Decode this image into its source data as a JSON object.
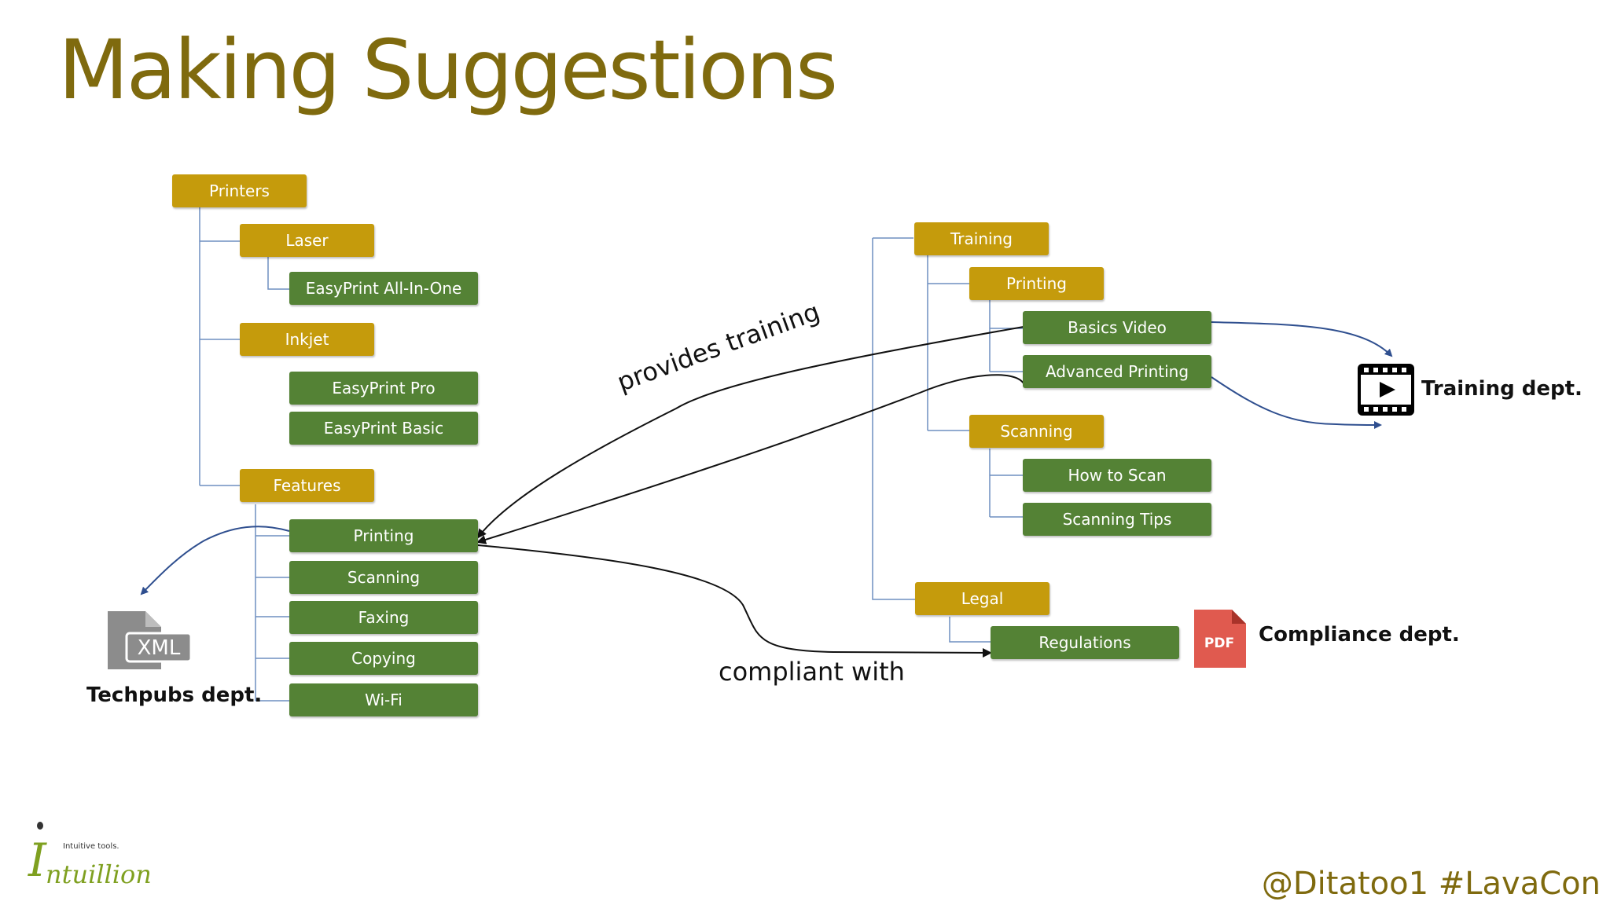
{
  "title": "Making Suggestions",
  "colors": {
    "title": "#7f6a0e",
    "category": "#c59b0c",
    "leaf": "#548235",
    "arrow": "#2f4f8f"
  },
  "left_tree": {
    "printers": "Printers",
    "laser": "Laser",
    "easyprint_all_in_one": "EasyPrint All-In-One",
    "inkjet": "Inkjet",
    "easyprint_pro": "EasyPrint Pro",
    "easyprint_basic": "EasyPrint Basic",
    "features": "Features",
    "printing": "Printing",
    "scanning": "Scanning",
    "faxing": "Faxing",
    "copying": "Copying",
    "wifi": "Wi-Fi"
  },
  "right_tree": {
    "training": "Training",
    "printing": "Printing",
    "basics_video": "Basics Video",
    "advanced_printing": "Advanced Printing",
    "scanning": "Scanning",
    "how_to_scan": "How to Scan",
    "scanning_tips": "Scanning Tips",
    "legal": "Legal",
    "regulations": "Regulations"
  },
  "relations": {
    "provides_training": "provides training",
    "compliant_with": "compliant with"
  },
  "departments": {
    "techpubs": "Techpubs dept.",
    "training": "Training dept.",
    "compliance": "Compliance dept."
  },
  "icons": {
    "xml_label": "XML",
    "pdf_label": "PDF",
    "video": "film-icon"
  },
  "logo": {
    "tagline": "Intuitive tools.",
    "name": "ntuillion"
  },
  "handle": "@Ditatoo1 #LavaCon"
}
